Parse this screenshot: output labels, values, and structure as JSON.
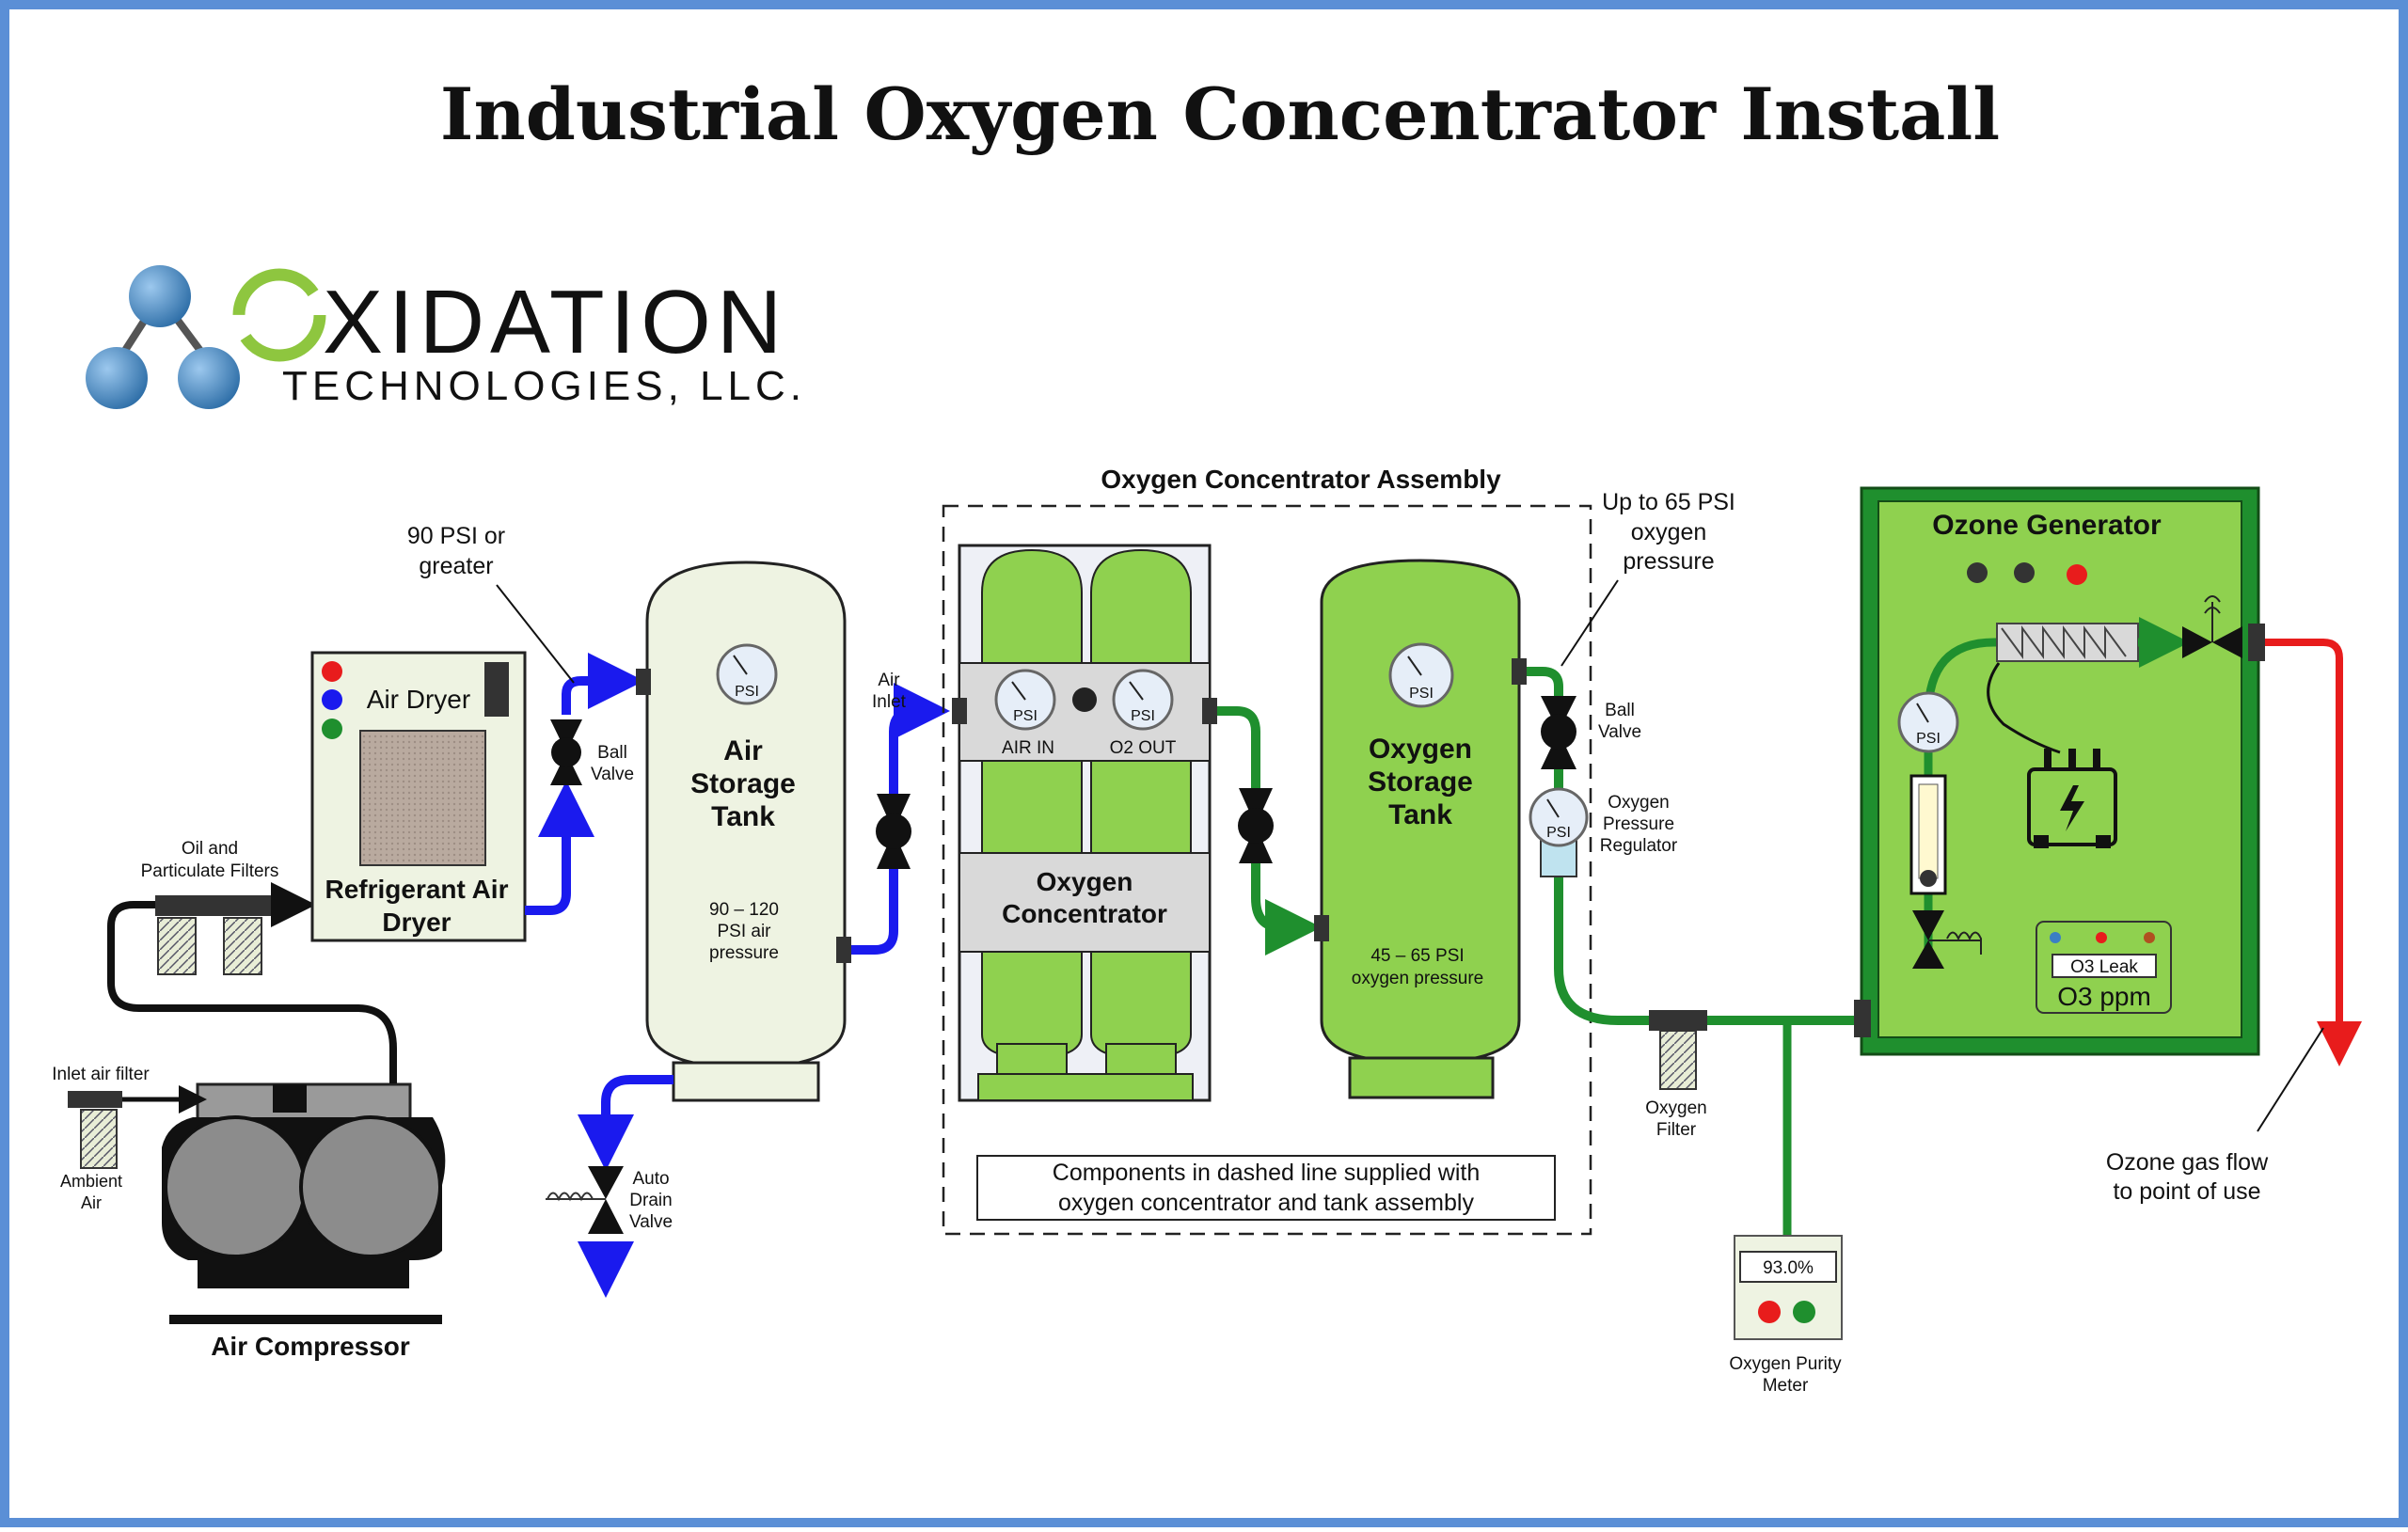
{
  "title": "Industrial Oxygen Concentrator Install",
  "logo": {
    "main": "XIDATION",
    "sub": "TECHNOLOGIES, LLC."
  },
  "labels": {
    "psi90": [
      "90 PSI or",
      "greater"
    ],
    "oil_filters": [
      "Oil and",
      "Particulate Filters"
    ],
    "air_dryer": "Air Dryer",
    "refrig_dryer": [
      "Refrigerant Air",
      "Dryer"
    ],
    "ball_valve": [
      "Ball",
      "Valve"
    ],
    "inlet_air_filter": "Inlet air filter",
    "ambient_air": [
      "Ambient",
      "Air"
    ],
    "air_compressor": "Air Compressor",
    "air_tank": [
      "Air",
      "Storage",
      "Tank"
    ],
    "air_tank_pressure": [
      "90 – 120",
      "PSI air",
      "pressure"
    ],
    "auto_drain": [
      "Auto",
      "Drain",
      "Valve"
    ],
    "air_inlet": [
      "Air",
      "Inlet"
    ],
    "assembly_title": "Oxygen Concentrator Assembly",
    "air_in": "AIR IN",
    "o2_out": "O2 OUT",
    "concentrator": [
      "Oxygen",
      "Concentrator"
    ],
    "components_note": [
      "Components in dashed line supplied with",
      "oxygen concentrator and tank assembly"
    ],
    "o2_tank": [
      "Oxygen",
      "Storage",
      "Tank"
    ],
    "o2_tank_pressure": [
      "45 – 65 PSI",
      "oxygen pressure"
    ],
    "up_to_65": [
      "Up to 65 PSI",
      "oxygen",
      "pressure"
    ],
    "ball_valve_2": [
      "Ball",
      "Valve"
    ],
    "o2_regulator": [
      "Oxygen",
      "Pressure",
      "Regulator"
    ],
    "o2_filter": [
      "Oxygen",
      "Filter"
    ],
    "purity_value": "93.0%",
    "purity_meter": [
      "Oxygen Purity",
      "Meter"
    ],
    "ozone_generator": "Ozone Generator",
    "o3_leak": "O3 Leak",
    "o3_ppm": "O3 ppm",
    "ozone_flow": [
      "Ozone gas flow",
      "to point of use"
    ],
    "psi": "PSI"
  },
  "colors": {
    "frame": "#5b8fd6",
    "air_line": "#1a1aee",
    "oxygen_line": "#1f8f2e",
    "ozone_line": "#e81c1c",
    "air_tank_fill": "#eef3e2",
    "green_fill": "#8fd14f",
    "ozone_box": "#2a9a2a"
  }
}
